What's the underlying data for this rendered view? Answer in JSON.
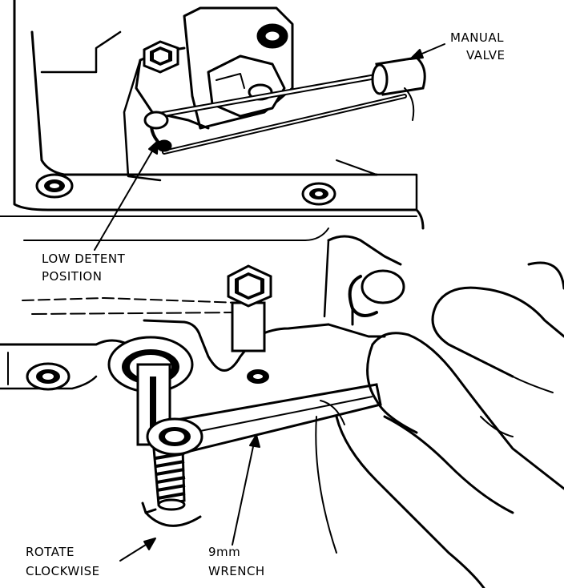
{
  "labels": {
    "manual_valve_line1": "MANUAL",
    "manual_valve_line2": "VALVE",
    "low_detent_line1": "LOW DETENT",
    "low_detent_line2": "POSITION",
    "rotate_line1": "ROTATE",
    "rotate_line2": "CLOCKWISE",
    "wrench_line1": "9mm",
    "wrench_line2": "WRENCH"
  },
  "colors": {
    "ink": "#000000",
    "paper": "#ffffff"
  }
}
